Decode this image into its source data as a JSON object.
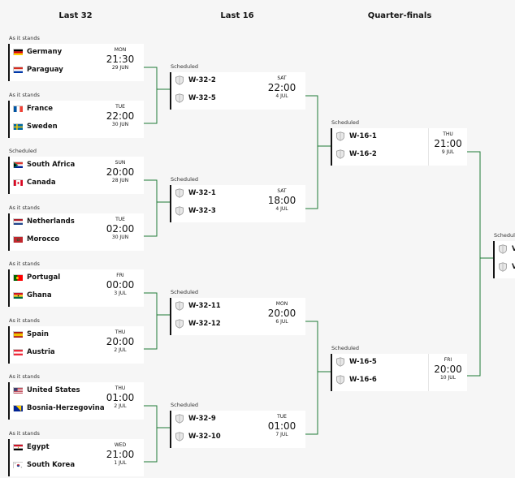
{
  "rounds": {
    "r32": "Last 32",
    "r16": "Last 16",
    "qf": "Quarter-finals"
  },
  "last32": [
    {
      "status": "As it stands",
      "t1": "Germany",
      "f1": "de",
      "t2": "Paraguay",
      "f2": "py",
      "day": "MON",
      "time": "21:30",
      "date": "29 JUN"
    },
    {
      "status": "As it stands",
      "t1": "France",
      "f1": "fr",
      "t2": "Sweden",
      "f2": "se",
      "day": "TUE",
      "time": "22:00",
      "date": "30 JUN"
    },
    {
      "status": "Scheduled",
      "t1": "South Africa",
      "f1": "za",
      "t2": "Canada",
      "f2": "ca",
      "day": "SUN",
      "time": "20:00",
      "date": "28 JUN"
    },
    {
      "status": "As it stands",
      "t1": "Netherlands",
      "f1": "nl",
      "t2": "Morocco",
      "f2": "ma",
      "day": "TUE",
      "time": "02:00",
      "date": "30 JUN"
    },
    {
      "status": "As it stands",
      "t1": "Portugal",
      "f1": "pt",
      "t2": "Ghana",
      "f2": "gh",
      "day": "FRI",
      "time": "00:00",
      "date": "3 JUL"
    },
    {
      "status": "As it stands",
      "t1": "Spain",
      "f1": "es",
      "t2": "Austria",
      "f2": "at",
      "day": "THU",
      "time": "20:00",
      "date": "2 JUL"
    },
    {
      "status": "As it stands",
      "t1": "United States",
      "f1": "us",
      "t2": "Bosnia-Herzegovina",
      "f2": "ba",
      "day": "THU",
      "time": "01:00",
      "date": "2 JUL"
    },
    {
      "status": "As it stands",
      "t1": "Egypt",
      "f1": "eg",
      "t2": "South Korea",
      "f2": "kr",
      "day": "WED",
      "time": "21:00",
      "date": "1 JUL"
    }
  ],
  "last16": [
    {
      "status": "Scheduled",
      "t1": "W-32-2",
      "t2": "W-32-5",
      "day": "SAT",
      "time": "22:00",
      "date": "4 JUL"
    },
    {
      "status": "Scheduled",
      "t1": "W-32-1",
      "t2": "W-32-3",
      "day": "SAT",
      "time": "18:00",
      "date": "4 JUL"
    },
    {
      "status": "Scheduled",
      "t1": "W-32-11",
      "t2": "W-32-12",
      "day": "MON",
      "time": "20:00",
      "date": "6 JUL"
    },
    {
      "status": "Scheduled",
      "t1": "W-32-9",
      "t2": "W-32-10",
      "day": "TUE",
      "time": "01:00",
      "date": "7 JUL"
    }
  ],
  "qf": [
    {
      "status": "Scheduled",
      "t1": "W-16-1",
      "t2": "W-16-2",
      "day": "THU",
      "time": "21:00",
      "date": "9 JUL"
    },
    {
      "status": "Scheduled",
      "t1": "W-16-5",
      "t2": "W-16-6",
      "day": "FRI",
      "time": "20:00",
      "date": "10 JUL"
    }
  ],
  "sf": {
    "status": "Schedule",
    "t1": "V",
    "t2": "V"
  },
  "colors": {
    "background": "#f6f6f6",
    "card": "#ffffff",
    "connector": "#1f7a35",
    "accent": "#141414"
  }
}
